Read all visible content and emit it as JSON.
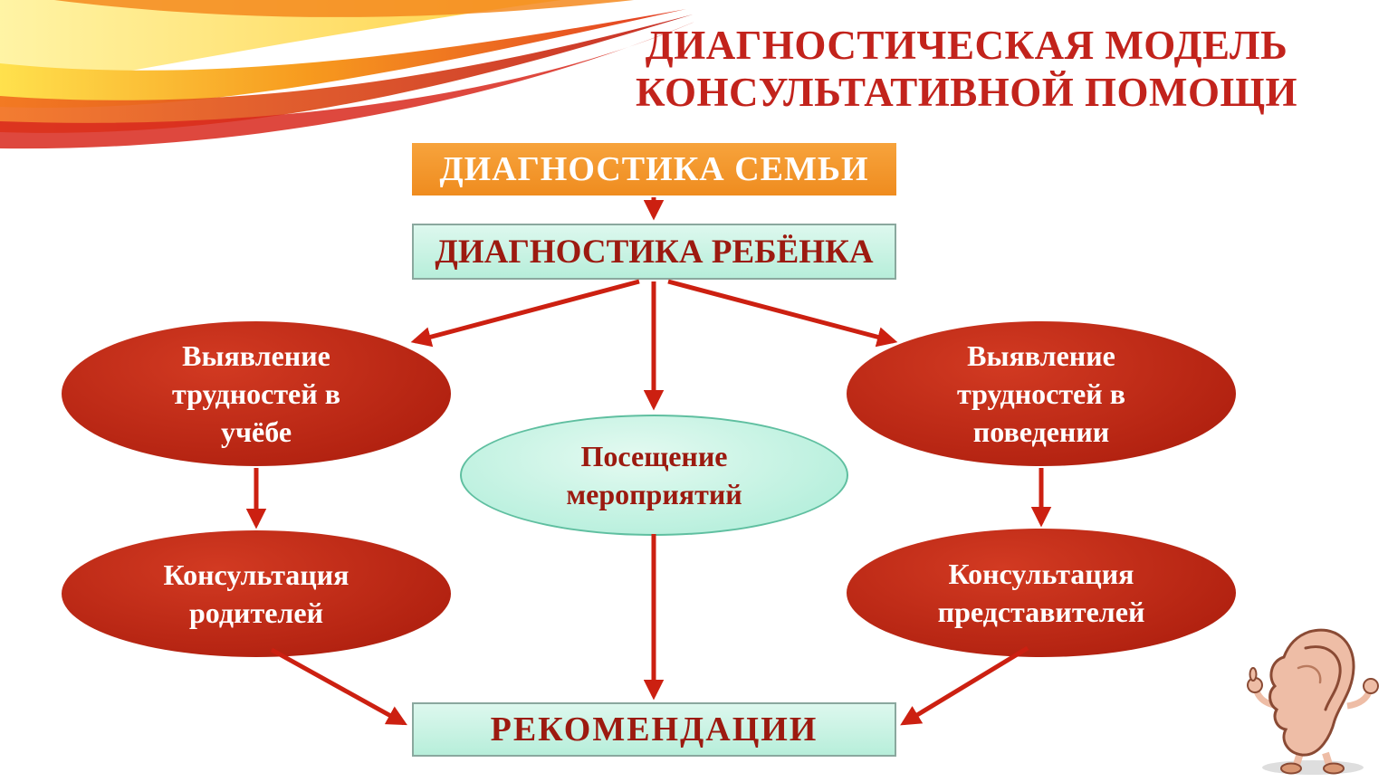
{
  "slide": {
    "title_line1": "ДИАГНОСТИЧЕСКАЯ МОДЕЛЬ",
    "title_line2": "КОНСУЛЬТАТИВНОЙ ПОМОЩИ"
  },
  "diagram": {
    "family_diagnostics": "ДИАГНОСТИКА СЕМЬИ",
    "child_diagnostics": "ДИАГНОСТИКА РЕБЁНКА",
    "difficulties_study": "Выявление трудностей в учёбе",
    "attendance": "Посещение мероприятий",
    "difficulties_behavior": "Выявление трудностей в поведении",
    "consult_parents": "Консультация родителей",
    "consult_representatives": "Консультация представителей",
    "recommendations": "РЕКОМЕНДАЦИИ"
  },
  "colors": {
    "title_red": "#c2231c",
    "node_red": "#b01c0e",
    "node_text_red": "#9c1a10",
    "mint_fill": "#bfefdc",
    "orange_fill": "#f2922b",
    "arrow_red": "#cc2011"
  },
  "icons": {
    "ribbon_decoration": "orange-red-wave-ribbon",
    "ear_mascot": "cartoon-ear-character-thumbs-up"
  }
}
